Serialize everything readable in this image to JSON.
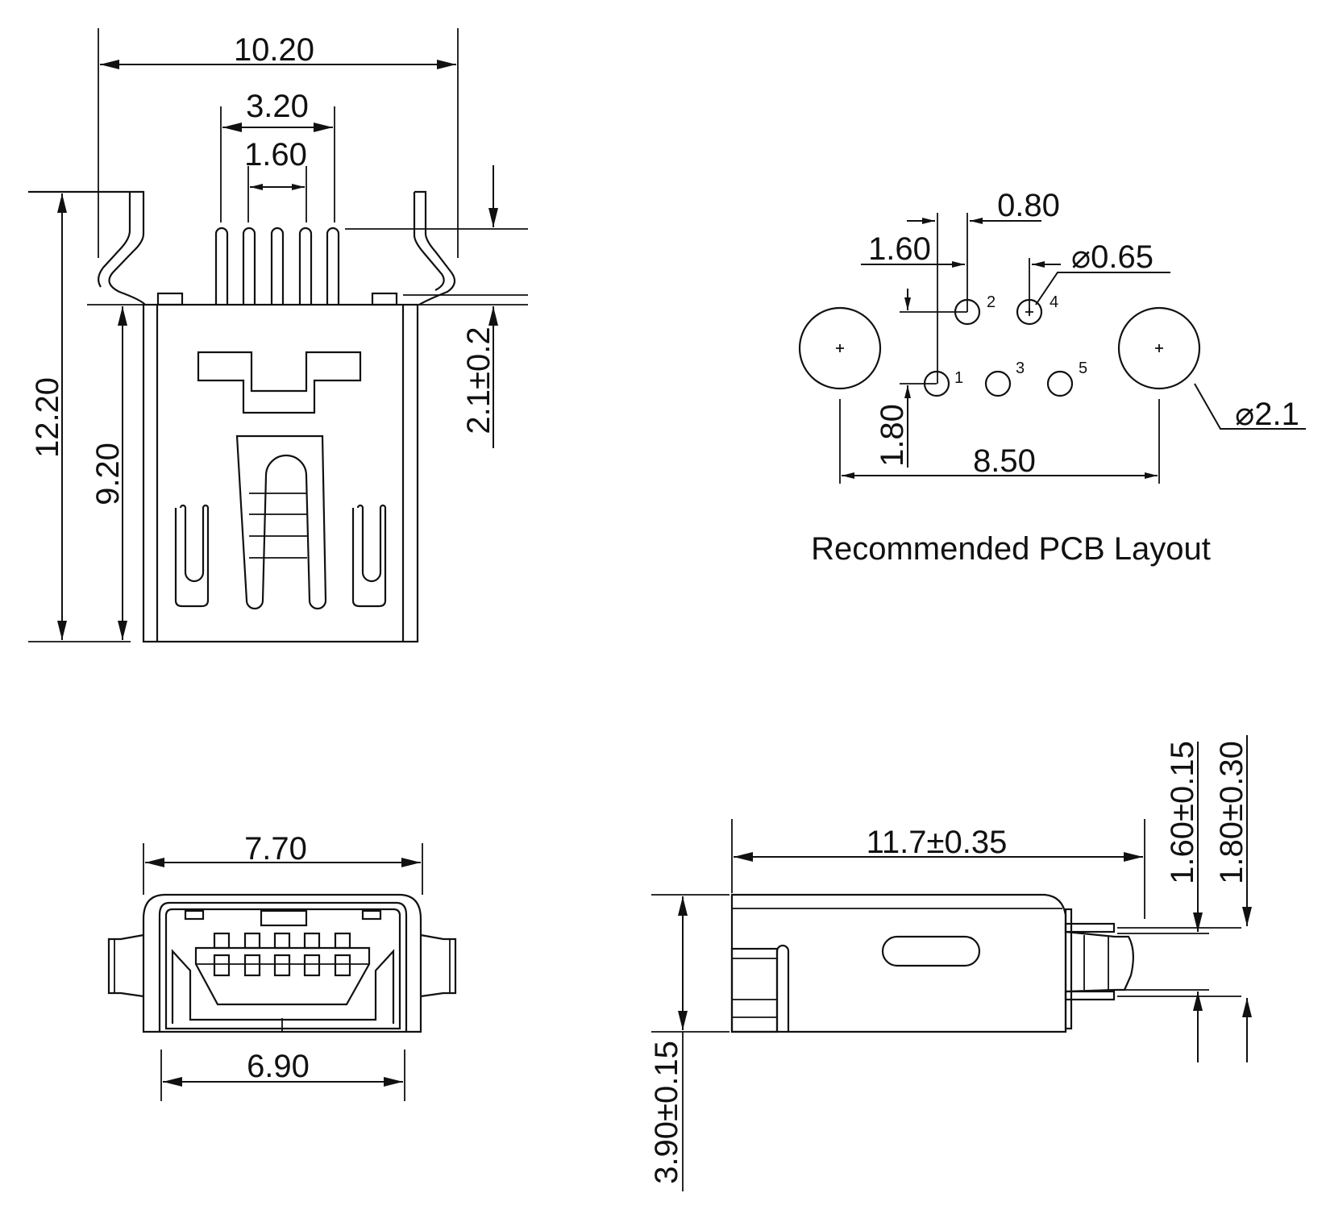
{
  "title": "Mini USB 5-pin Female Connector Dimensional Drawing",
  "colors": {
    "line": "#111111",
    "background": "#ffffff"
  },
  "top_view": {
    "dims": {
      "overall_width": "10.20",
      "outer_pin_span": "3.20",
      "pin_pitch_pair": "1.60",
      "overall_height": "12.20",
      "body_height": "9.20",
      "lead_length": "2.1±0.2"
    }
  },
  "pcb_layout": {
    "caption": "Recommended PCB Layout",
    "dims": {
      "pin_pitch": "0.80",
      "row_offset": "1.60",
      "pin_hole_diameter": "⌀0.65",
      "row_to_row": "1.80",
      "mount_hole_span": "8.50",
      "mount_hole_diameter": "⌀2.1"
    },
    "pins": [
      "1",
      "2",
      "3",
      "4",
      "5"
    ]
  },
  "front_view": {
    "dims": {
      "outer_width": "7.70",
      "inner_width": "6.90"
    }
  },
  "side_view": {
    "dims": {
      "length": "11.7±0.35",
      "height": "3.90±0.15",
      "pin_row_a": "1.60±0.15",
      "pin_row_b": "1.80±0.30"
    }
  }
}
